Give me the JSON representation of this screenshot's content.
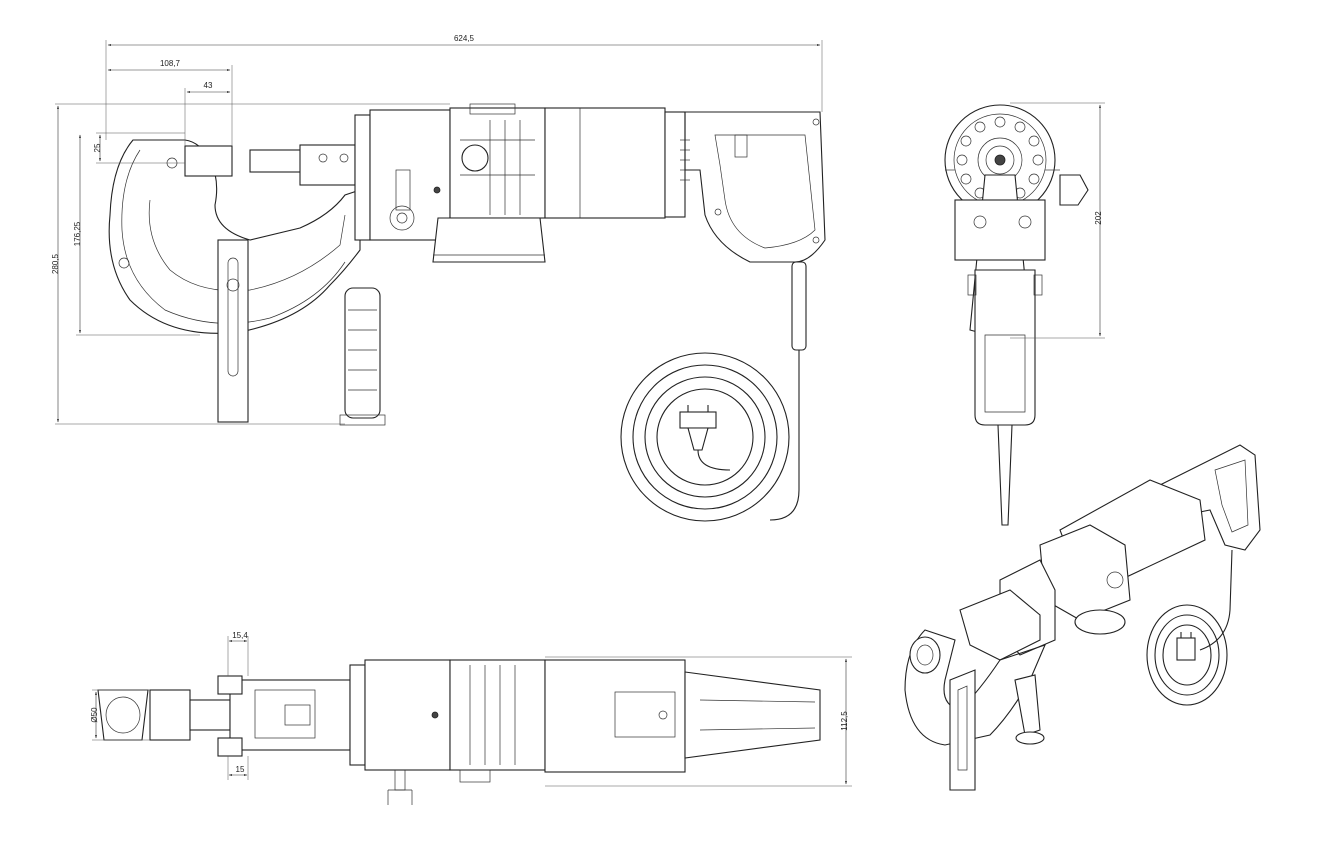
{
  "dimensions": {
    "side_view": {
      "overall_length": "624,5",
      "jaw_offset": "108,7",
      "punch_width": "43",
      "punch_height": "25",
      "throat_depth": "176,25",
      "overall_height": "280,5"
    },
    "end_view": {
      "head_height": "202"
    },
    "top_view": {
      "punch_diameter": "Ø50",
      "die_top": "15,4",
      "die_bottom": "15",
      "body_width": "112,5"
    }
  }
}
